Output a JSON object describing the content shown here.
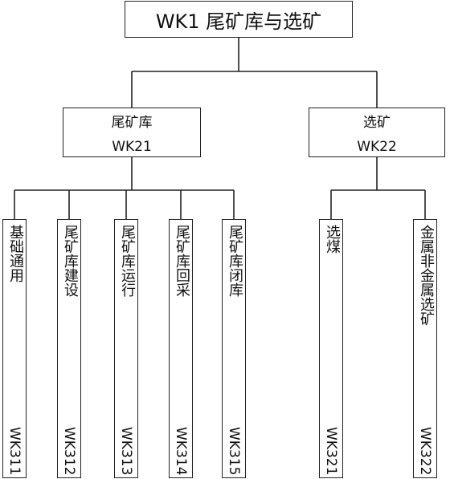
{
  "root": {
    "title": "WK1 尾矿库与选矿"
  },
  "groups": [
    {
      "name": "尾矿库",
      "code": "WK21",
      "children": [
        {
          "name": "基础通用",
          "code": "WK311"
        },
        {
          "name": "尾矿库建设",
          "code": "WK312"
        },
        {
          "name": "尾矿库运行",
          "code": "WK313"
        },
        {
          "name": "尾矿库回采",
          "code": "WK314"
        },
        {
          "name": "尾矿库闭库",
          "code": "WK315"
        }
      ]
    },
    {
      "name": "选矿",
      "code": "WK22",
      "children": [
        {
          "name": "选煤",
          "code": "WK321"
        },
        {
          "name": "金属非金属选矿",
          "code": "WK322"
        }
      ]
    }
  ]
}
